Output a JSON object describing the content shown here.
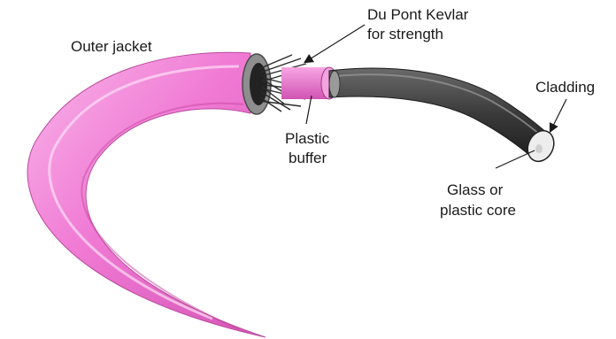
{
  "labels": {
    "outer_jacket": "Outer jacket",
    "kevlar_line1": "Du Pont Kevlar",
    "kevlar_line2": "for strength",
    "cladding": "Cladding",
    "buffer_line1": "Plastic",
    "buffer_line2": "buffer",
    "core_line1": "Glass or",
    "core_line2": "plastic core"
  },
  "colors": {
    "jacket": "#f07ad4",
    "buffer": "#e96fcf",
    "cladding": "#3d3d3d",
    "core": "#e6e6e6",
    "kevlar": "#2a2a2a"
  }
}
